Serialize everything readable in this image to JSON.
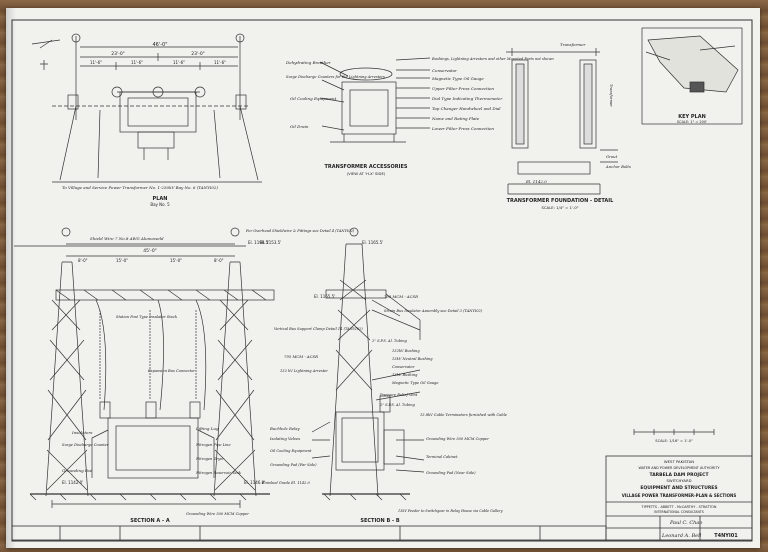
{
  "plan": {
    "title": "PLAN",
    "subtitle": "Bay No. 5",
    "note": "To Village and Service Power Transformer No. 1-250kV Bay No. 6 (TANYI02)",
    "dims": [
      "46'-0\"",
      "23'-0\"",
      "23'-0\"",
      "11'-6\"",
      "11'-6\"",
      "11'-6\"",
      "11'-6\""
    ]
  },
  "accessories": {
    "title": "TRANSFORMER ACCESSORIES",
    "subtitle": "(VIEW AT 'H-X' SIDE)",
    "labels_left": [
      "Dehydrating Breather",
      "Surge Discharge Counters for the Lightning Arresters",
      "Oil Cooling Equipment",
      "Oil Drain"
    ],
    "labels_right": [
      "Bushings, Lightning Arresters and other Mounted Parts not shown",
      "Conservator",
      "Magnetic Type Oil Gauge",
      "Upper Filter Press Connection",
      "Dial Type Indicating Thermometer",
      "Tap Changer Handwheel and Dial",
      "Name and Rating Plate",
      "Lower Filter Press Connection"
    ]
  },
  "foundation": {
    "title": "TRANSFORMER FOUNDATION - DETAIL",
    "scale": "SCALE: 1/4\" = 1'-0\"",
    "labels": [
      "Transformer",
      "Transformer",
      "Grout",
      "Anchor Bolts",
      "El. 1142.0"
    ]
  },
  "keyplan": {
    "title": "KEY PLAN",
    "scale": "SCALE: 1\" = 200'"
  },
  "section_a": {
    "title": "SECTION A - A",
    "labels": [
      "Shield Wire 7 No.8 AWG Alumoweld",
      "Station Post Type Insulator Stack",
      "Expansion Bus Connector",
      "Insulators",
      "Surge Discharge Counter",
      "Grounding Pad",
      "Lifting Lug",
      "Nitrogen Pipe Line",
      "Nitrogen Dryer",
      "Nitrogen Reservoir Tank",
      "Grounding Wire 500 MCM Copper"
    ],
    "dims": [
      "45'-0\"",
      "8'-0\"",
      "15'-0\"",
      "15'-0\"",
      "8'-0\"",
      "El. 1198.5'",
      "El. 1146.0'",
      "El. 1142.0'"
    ]
  },
  "section_b": {
    "title": "SECTION B - B",
    "labels": [
      "For Overhead Shieldwire & Fittings see Detail 4 (TANYI02)",
      "795 MCM - ACSR",
      "Strain Bus Insulator Assembly see Detail 3 (TANYI02)",
      "Vertical Bus Support Clamp Detail 14 (TANYI02)",
      "2\" S.P.S. Al. Tubing",
      "132kV Bushing",
      "13kV Neutral Bushing",
      "Conservator",
      "13kV Bushing",
      "Magnetic Type Oil Gauge",
      "795 MCM - ACSR",
      "132 kV Lightning Arrester",
      "Pressure Relief Vent",
      "2\" S.P.S. Al. Tubing",
      "13.8kV Cable Terminators furnished with Cable",
      "Buchholz Relay",
      "Isolating Valves",
      "Oil Cooling Equipment",
      "Grounding Pad (Far Side)",
      "Grounding Wire 500 MCM Copper",
      "Terminal Cabinet",
      "Grounding Pad (Near Side)",
      "Finished Grade El. 1142.0",
      "13kV Feeder to Switchgear in Relay House via Cable Gallery"
    ],
    "dims": [
      "El. 1165.5'",
      "El. 1165.5'",
      "El. 1153.5'"
    ]
  },
  "titleblock": {
    "country": "WEST PAKISTAN",
    "authority": "WATER AND POWER DEVELOPMENT AUTHORITY",
    "project": "TARBELA DAM PROJECT",
    "area": "SWITCHYARD",
    "heading": "EQUIPMENT AND STRUCTURES",
    "drawing": "VILLAGE POWER TRANSFORMER-PLAN & SECTIONS",
    "consultant": "TIPPETTS - ABBETT - McCARTHY - STRATTON",
    "consultant2": "INTERNATIONAL CONSULTANTS",
    "number": "T4NYI01",
    "sign1": "Paul C. Chao",
    "sign2": "Leonard A. Bell"
  },
  "scalebar": {
    "label": "SCALE: 1/16\" = 1'-0\""
  }
}
